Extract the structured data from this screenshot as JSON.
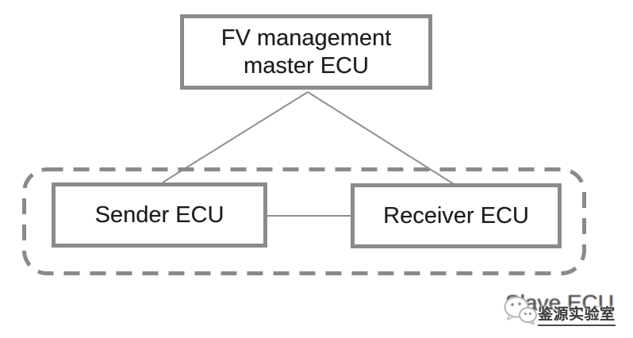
{
  "diagram": {
    "master": {
      "line1": "FV management",
      "line2": "master ECU"
    },
    "sender": {
      "label": "Sender ECU"
    },
    "receiver": {
      "label": "Receiver ECU"
    },
    "slave_caption": "Slave ECU",
    "watermark": {
      "text": "鉴源实验室",
      "icon": "wechat-chat-bubbles"
    }
  },
  "colors": {
    "background": "#ffffff",
    "box_border": "#8b8b8b",
    "dashed_border": "#8a8a8a",
    "connector_line": "#8f8f8f",
    "box_text": "#1c1c1c",
    "slave_text": "#4d4d4d",
    "watermark_text": "#3b3b3b"
  }
}
